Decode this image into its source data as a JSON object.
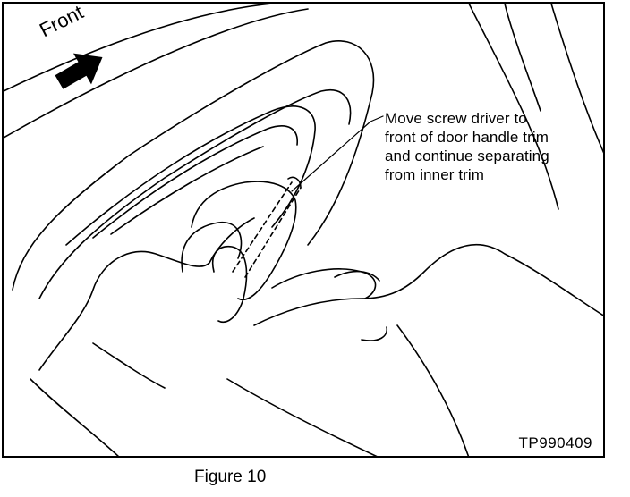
{
  "figure": {
    "direction_label": "Front",
    "callout_text": "Move screw driver to\nfront of door handle trim\nand continue separating\nfrom inner trim",
    "figure_code": "TP990409",
    "caption": "Figure 10"
  },
  "colors": {
    "ink": "#000000",
    "paper": "#ffffff"
  },
  "icons": {
    "direction": "arrow-right-icon"
  }
}
